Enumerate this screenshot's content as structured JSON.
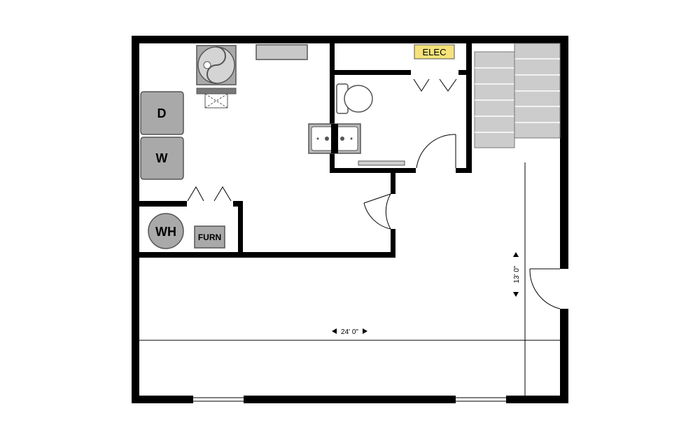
{
  "labels": {
    "dryer": "D",
    "washer": "W",
    "water_heater": "WH",
    "furnace": "FURN",
    "electrical": "ELEC"
  },
  "dimensions": {
    "width": "24' 0\"",
    "depth": "13' 0\""
  },
  "colors": {
    "wall": "#000000",
    "fixture": "#c8c8c8",
    "appliance": "#a9a9a9",
    "elec_panel": "#f5e27a"
  }
}
